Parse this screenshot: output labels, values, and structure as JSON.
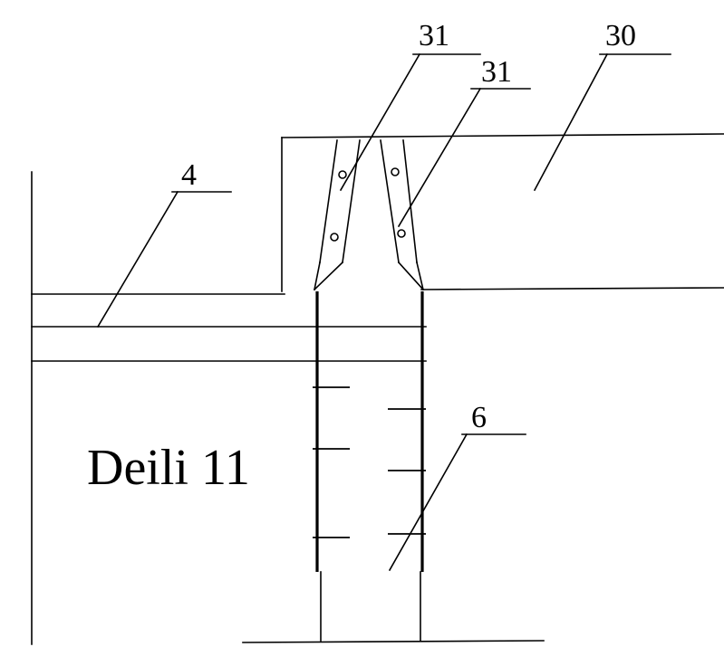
{
  "labels": {
    "part_31_upper": "31",
    "part_31_lower": "31",
    "part_30": "30",
    "part_4": "4",
    "part_6": "6"
  },
  "caption": "Deili 11"
}
